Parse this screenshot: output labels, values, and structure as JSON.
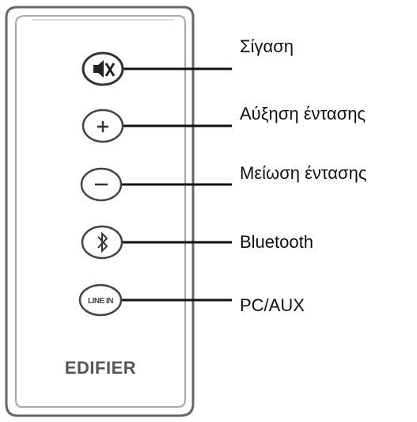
{
  "remote": {
    "brand_logo": "EDIFIER",
    "buttons": [
      {
        "id": "mute",
        "icon": "mute-speaker-icon",
        "label": "Σίγαση"
      },
      {
        "id": "volume-up",
        "icon": "plus-icon",
        "label": "Αύξηση έντασης"
      },
      {
        "id": "volume-down",
        "icon": "minus-icon",
        "label": "Μείωση έντασης"
      },
      {
        "id": "bluetooth",
        "icon": "bluetooth-icon",
        "label": "Bluetooth"
      },
      {
        "id": "line-in",
        "icon": "line-in-icon",
        "label": "PC/AUX"
      }
    ],
    "line_in_button_text": "LINE IN"
  },
  "colors": {
    "outline": "#555555",
    "inner_outline": "#9a9a9a",
    "leader_line": "#111111",
    "text": "#111111"
  }
}
